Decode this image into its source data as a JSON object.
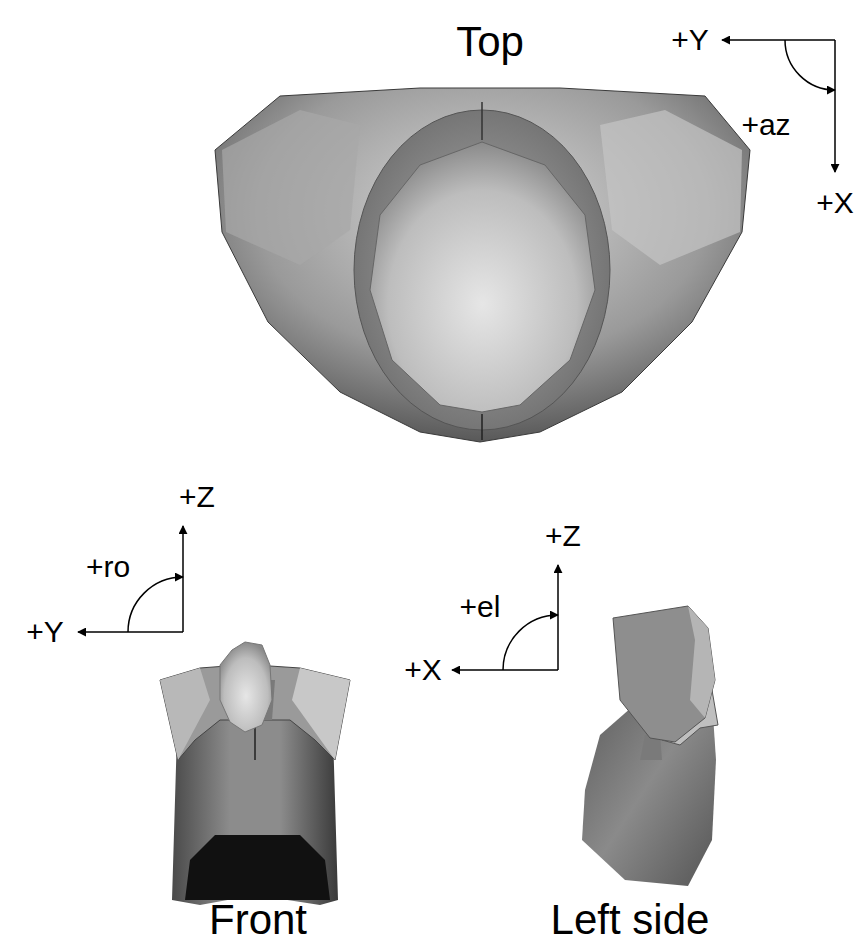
{
  "diagram": {
    "labels": [
      "Top",
      "+Y",
      "+az",
      "+X",
      "+Z",
      "+ro",
      "+Y",
      "+Z",
      "+el",
      "+X",
      "Front",
      "Left side"
    ]
  }
}
